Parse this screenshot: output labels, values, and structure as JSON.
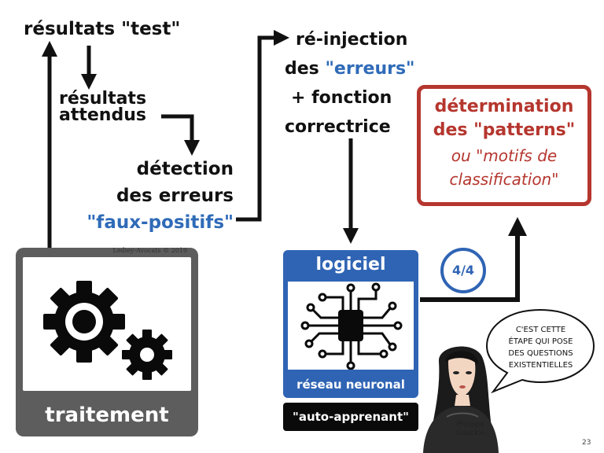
{
  "labels": {
    "resultats_test": "résultats \"test\"",
    "resultats_attendus_1": "résultats",
    "resultats_attendus_2": "attendus",
    "detection_1": "détection",
    "detection_2": "des erreurs",
    "detection_3": "\"faux-positifs\"",
    "reinjection_1": "ré-injection",
    "reinjection_2a": "des ",
    "reinjection_2b": "\"erreurs\"",
    "reinjection_3": "+ fonction",
    "reinjection_4": "correctrice"
  },
  "traitement": {
    "copyright": "Lediey-Avocats © 2019",
    "label": "traitement",
    "icon": "gears-icon"
  },
  "logiciel": {
    "title": "logiciel",
    "subtitle": "réseau neuronal",
    "icon": "circuit-chip-icon"
  },
  "auto_apprenant": "\"auto-apprenant\"",
  "patterns": {
    "line1": "détermination",
    "line2": "des \"patterns\"",
    "line3": "ou \"motifs de",
    "line4": "classification\""
  },
  "step": "4/4",
  "bubble": {
    "line1": "C'EST CETTE",
    "line2": "ÉTAPE QUI POSE",
    "line3": "DES QUESTIONS",
    "line4": "EXISTENTIELLES"
  },
  "author": {
    "first": "Philippe",
    "last": "Gauckie"
  },
  "page_number": "23",
  "colors": {
    "blue": "#2f64b4",
    "red": "#b5362e",
    "gray": "#5d5d5d",
    "black": "#0a0a0a"
  }
}
